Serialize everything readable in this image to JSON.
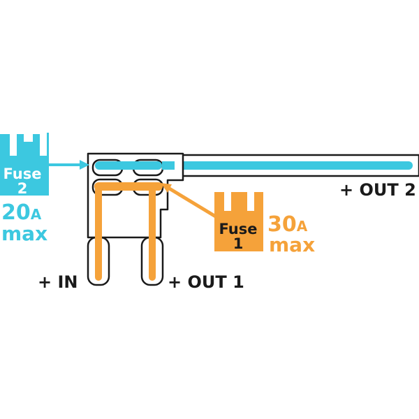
{
  "colors": {
    "cyan": "#3cc8e0",
    "orange": "#f5a23a",
    "line": "#1a1a1a",
    "background": "#ffffff"
  },
  "labels": {
    "fuse2_word": "Fuse",
    "fuse2_num": "2",
    "fuse2_rating": "20",
    "fuse2_unit": "A",
    "fuse2_max": "max",
    "fuse1_word": "Fuse",
    "fuse1_num": "1",
    "fuse1_rating": "30",
    "fuse1_unit": "A",
    "fuse1_max": "max",
    "in": "+ IN",
    "out1": "+ OUT 1",
    "out2": "+ OUT 2"
  }
}
